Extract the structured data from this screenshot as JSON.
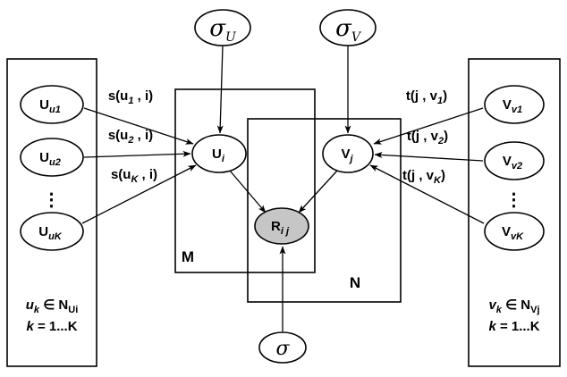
{
  "colors": {
    "background": "#ffffff",
    "stroke": "#000000",
    "node_fill": "#ffffff",
    "shaded_node_fill": "#c6c6c6"
  },
  "nodes": {
    "sigma_u": {
      "main": "σ",
      "sub": "U"
    },
    "sigma_v": {
      "main": "σ",
      "sub": "V"
    },
    "sigma": {
      "main": "σ",
      "sub": ""
    },
    "u_i": {
      "main": "U",
      "sub": "i"
    },
    "v_j": {
      "main": "V",
      "sub": "j"
    },
    "r_ij": {
      "main": "R",
      "sub": "i j"
    },
    "u_u1": {
      "main": "U",
      "sub": "u1"
    },
    "u_u2": {
      "main": "U",
      "sub": "u2"
    },
    "u_uK": {
      "main": "U",
      "sub": "uK"
    },
    "v_v1": {
      "main": "V",
      "sub": "v1"
    },
    "v_v2": {
      "main": "V",
      "sub": "v2"
    },
    "v_vK": {
      "main": "V",
      "sub": "vK"
    }
  },
  "edge_labels": {
    "s1": {
      "pre": "s(u",
      "sub": "1",
      "post": " , i)"
    },
    "s2": {
      "pre": "s(u",
      "sub": "2",
      "post": " , i)"
    },
    "sK": {
      "pre": "s(u",
      "sub": "K",
      "post": " , i)"
    },
    "t1": {
      "pre": "t(j , v",
      "sub": "1",
      "post": ")"
    },
    "t2": {
      "pre": "t(j , v",
      "sub": "2",
      "post": ")"
    },
    "tK": {
      "pre": "t(j , v",
      "sub": "K",
      "post": ")"
    }
  },
  "plates": {
    "m_label": "M",
    "n_label": "N"
  },
  "left_plate": {
    "l1_pre": "u",
    "l1_sub1": "k",
    "l1_mid": " ∈ N",
    "l1_sub2": "Ui",
    "l2_pre": "k",
    "l2_post": " = 1...K"
  },
  "right_plate": {
    "l1_pre": "v",
    "l1_sub1": "k",
    "l1_mid": " ∈ N",
    "l1_sub2": "Vj",
    "l2_pre": "k",
    "l2_post": " = 1...K"
  },
  "dots": "⋮"
}
